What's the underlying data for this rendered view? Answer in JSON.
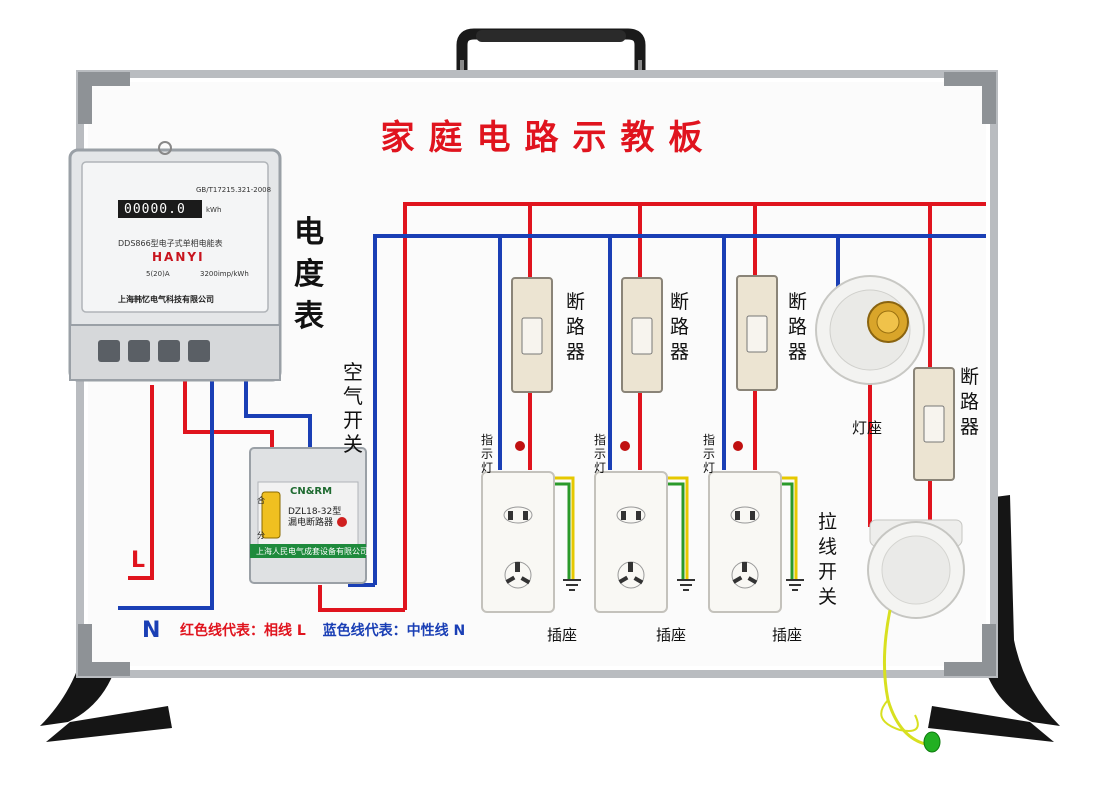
{
  "board": {
    "title": "家庭电路示教板",
    "legend_red": "红色线代表：相线 L",
    "legend_blue": "蓝色线代表：中性线 N",
    "phase_marker": "L",
    "neutral_marker": "N"
  },
  "labels": {
    "meter": [
      "电",
      "度",
      "表"
    ],
    "air_switch": [
      "空",
      "气",
      "开",
      "关"
    ],
    "breaker": [
      "断",
      "路",
      "器"
    ],
    "indicator": [
      "指",
      "示",
      "灯"
    ],
    "socket": "插座",
    "pull_switch": [
      "拉",
      "线",
      "开",
      "关"
    ],
    "lamp_holder": "灯座"
  },
  "meter": {
    "reading": "00000.0",
    "unit": "kWh",
    "model": "DDS866型电子式单相电能表",
    "brand": "HANYI",
    "maker": "上海韩忆电气科技有限公司",
    "constant": "3200imp/kWh",
    "rating": "5(20)A",
    "standard": "GB/T17215.321-2008"
  },
  "rcd": {
    "brand": "CN&RM",
    "model": "DZL18-32型",
    "name": "漏电断路器",
    "maker": "上海人民电气成套设备有限公司",
    "on": "合",
    "off": "分"
  },
  "colors": {
    "phase": "#e0141e",
    "neutral": "#1a3fb5",
    "earth_yellow": "#e6c800",
    "earth_green": "#2a9a2a",
    "frame": "#9a9ea3",
    "stand": "#141414"
  },
  "icons": {
    "handle": "carry-handle-icon",
    "bulb_socket": "lamp-holder-icon",
    "pull_cord": "pull-cord-icon"
  }
}
